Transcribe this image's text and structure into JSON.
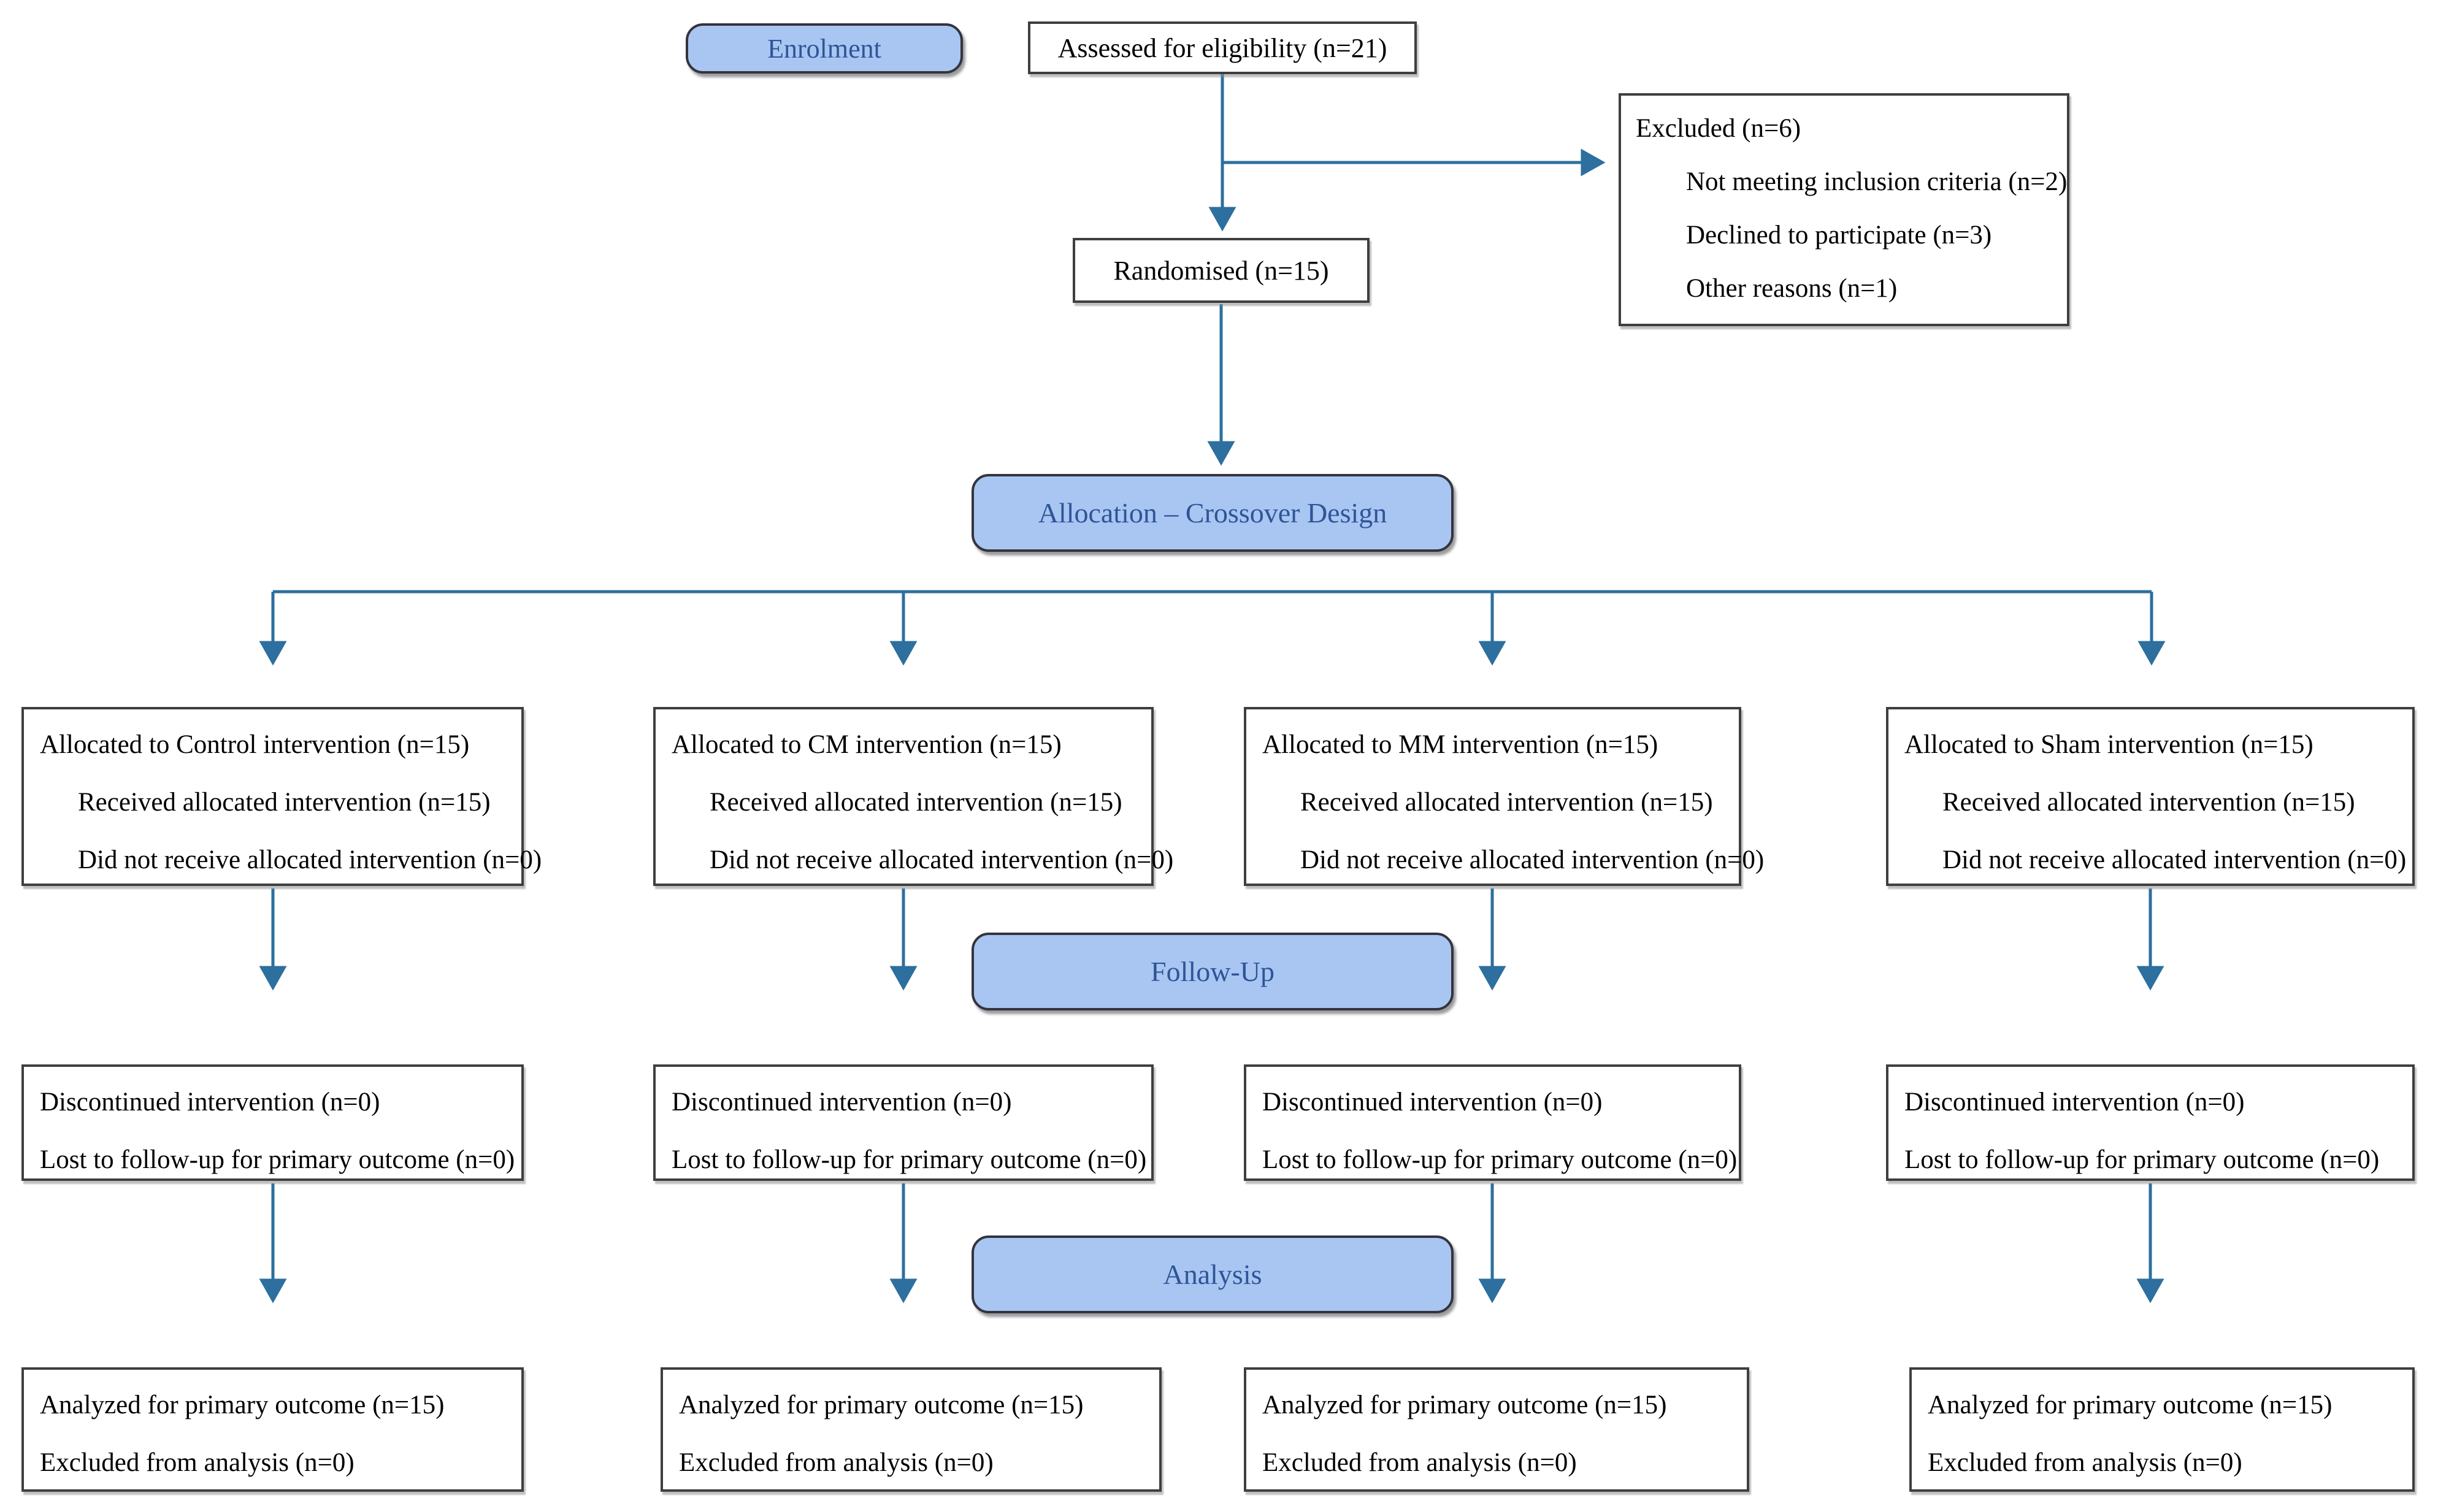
{
  "palette": {
    "banner_fill": "#a9c5f2",
    "banner_text": "#2e5596",
    "connector": "#2d6f9e",
    "box_border": "#3f3f3f"
  },
  "enrolment_label": "Enrolment",
  "assessed_label": "Assessed for eligibility (n=21)",
  "excluded": {
    "title": "Excluded (n=6)",
    "items": [
      "Not meeting inclusion criteria (n=2)",
      "Declined to participate (n=3)",
      "Other reasons (n=1)"
    ]
  },
  "randomised_label": "Randomised (n=15)",
  "banners": {
    "allocation": "Allocation – Crossover Design",
    "followup": "Follow-Up",
    "analysis": "Analysis"
  },
  "columns": [
    {
      "name": "Control",
      "allocated": {
        "title": "Allocated to Control intervention (n=15)",
        "items": [
          "Received allocated intervention (n=15)",
          "Did not receive allocated intervention (n=0)"
        ]
      },
      "followup": [
        "Discontinued intervention (n=0)",
        "Lost to follow-up for primary outcome (n=0)"
      ],
      "analysis": [
        "Analyzed for primary outcome (n=15)",
        "Excluded from analysis (n=0)"
      ]
    },
    {
      "name": "CM",
      "allocated": {
        "title": "Allocated to CM intervention (n=15)",
        "items": [
          "Received allocated intervention (n=15)",
          "Did not receive allocated intervention (n=0)"
        ]
      },
      "followup": [
        "Discontinued intervention (n=0)",
        "Lost to follow-up for primary outcome (n=0)"
      ],
      "analysis": [
        "Analyzed for primary outcome (n=15)",
        "Excluded from analysis (n=0)"
      ]
    },
    {
      "name": "MM",
      "allocated": {
        "title": "Allocated to MM intervention (n=15)",
        "items": [
          "Received allocated intervention (n=15)",
          "Did not receive allocated intervention (n=0)"
        ]
      },
      "followup": [
        "Discontinued intervention (n=0)",
        "Lost to follow-up for primary outcome (n=0)"
      ],
      "analysis": [
        "Analyzed for primary outcome (n=15)",
        "Excluded from analysis (n=0)"
      ]
    },
    {
      "name": "Sham",
      "allocated": {
        "title": "Allocated to Sham intervention (n=15)",
        "items": [
          "Received allocated intervention (n=15)",
          "Did not receive allocated intervention (n=0)"
        ]
      },
      "followup": [
        "Discontinued intervention (n=0)",
        "Lost to follow-up for primary outcome (n=0)"
      ],
      "analysis": [
        "Analyzed for primary outcome (n=15)",
        "Excluded from analysis (n=0)"
      ]
    }
  ]
}
